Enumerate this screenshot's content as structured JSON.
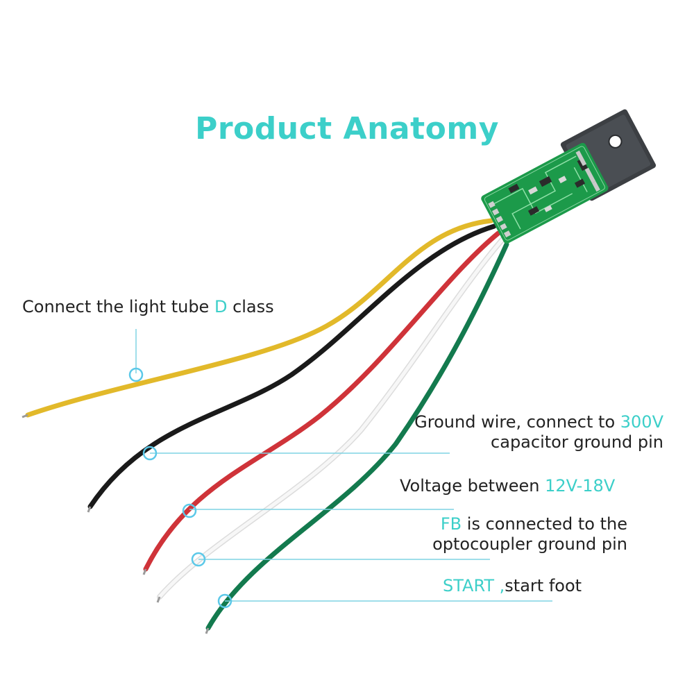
{
  "title": "Product Anatomy",
  "colors": {
    "accent": "#3ccfc9",
    "text": "#222222",
    "pcb": "#1c9a4a",
    "wire_yellow": "#e2b92a",
    "wire_black": "#1a1a1a",
    "wire_red": "#cf3339",
    "wire_white": "#f2f2f2",
    "wire_green": "#137a4e"
  },
  "labels": {
    "light_tube": {
      "pre": "Connect the light tube ",
      "hl": "D",
      "post": " class"
    },
    "ground": {
      "line1_pre": "Ground wire, connect to ",
      "line1_hl": "300V",
      "line2": "capacitor ground pin"
    },
    "voltage": {
      "pre": "Voltage between ",
      "hl": "12V-18V"
    },
    "fb": {
      "hl": "FB",
      "line1_post": " is connected to the",
      "line2": "optocoupler ground pin"
    },
    "start": {
      "hl": "START ,",
      "post": "start foot"
    }
  }
}
